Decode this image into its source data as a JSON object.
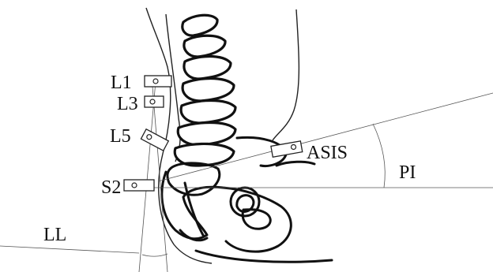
{
  "figure": {
    "labels": {
      "l1": "L1",
      "l3": "L3",
      "l5": "L5",
      "s2": "S2",
      "asis": "ASIS",
      "pi": "PI",
      "ll": "LL"
    }
  }
}
